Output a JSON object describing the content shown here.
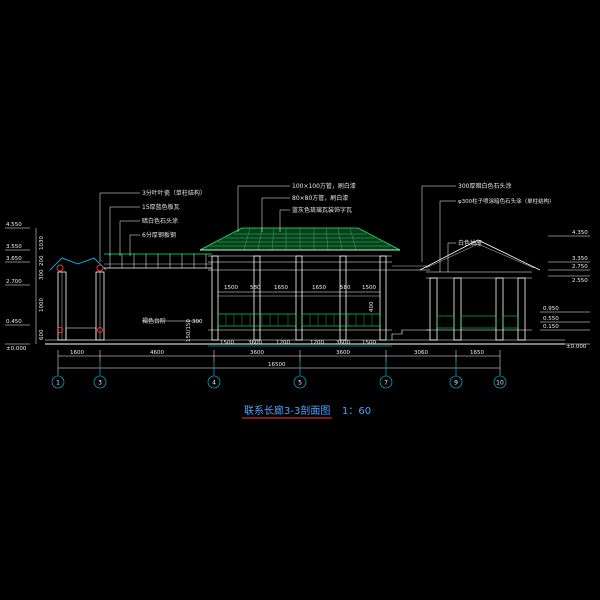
{
  "colors": {
    "background": "#000000",
    "structure": "#ffffff",
    "roof": "#00ff66",
    "roof_green": "#2ecc71",
    "dimension": "#00d0ff",
    "red_detail": "#ff3030",
    "title": "#4da3ff",
    "title_underline": "#ff3030",
    "leader": "#ffffff"
  },
  "title": {
    "text": "联系长廊3-3剖面图",
    "scale": "1：60"
  },
  "annotations": {
    "left_1": "3分叶叶瓷（单柱结构）",
    "left_2": "15厚蓝色板瓦",
    "left_3": "暗白色石头涂",
    "left_4": "6分厚钢板钢",
    "mid_1": "100×100方管，刷白漆",
    "mid_2": "80×80方管，刷白漆",
    "mid_3": "蓝灰色琉璃瓦装饰字瓦",
    "right_1": "300厚暗白色石头涂",
    "right_2": "φ300柱子喷涂暗色石头涂（单柱结构）",
    "right_3": "白色抽屉",
    "bench_label": "褐色台阶"
  },
  "elevations": {
    "left": [
      "4.550",
      "3.550",
      "3.650",
      "2.700",
      "0.450",
      "±0.000"
    ],
    "right": [
      "4.350",
      "3.350",
      "2.750",
      "2.550",
      "0.950",
      "0.550",
      "0.150",
      "±0.000"
    ]
  },
  "dimensions": {
    "bottom_segments": [
      "1600",
      "4600",
      "3600",
      "3600",
      "3060",
      "1650"
    ],
    "bottom_total": "16500",
    "pavilion_inner": [
      "1500",
      "3600",
      "1200",
      "1200",
      "3600",
      "1500"
    ],
    "upper_row": [
      "1500",
      "580",
      "1650",
      "1650",
      "580",
      "1500"
    ],
    "vertical_left": [
      "1030",
      "200",
      "300",
      "1000",
      "600"
    ],
    "bench_height": "300",
    "bench_vert": "150/150",
    "post_height": "400"
  },
  "axes": [
    "1",
    "3",
    "4",
    "5",
    "7",
    "9",
    "10"
  ]
}
